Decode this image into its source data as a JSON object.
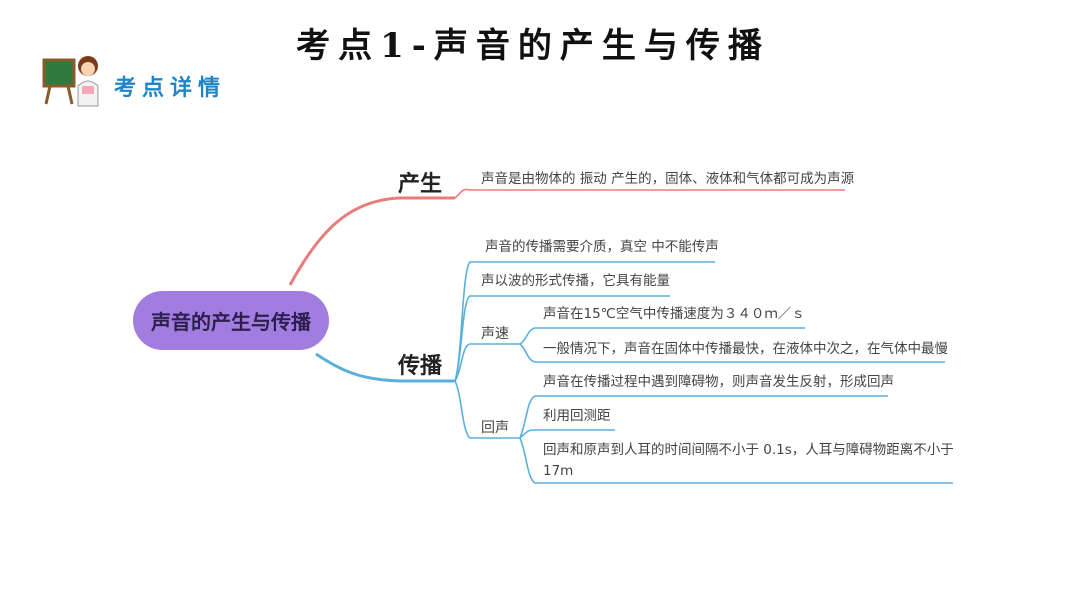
{
  "header": {
    "title": "考点1-声音的产生与传播",
    "section_tag": "考点详情"
  },
  "mindmap": {
    "root": "声音的产生与传播",
    "branches": [
      {
        "label": "产生",
        "color": "#e97b7b",
        "items": [
          "声音是由物体的 振动 产生的，固体、液体和气体都可成为声源"
        ]
      },
      {
        "label": "传播",
        "color": "#5ab0dd",
        "items": [
          "声音的传播需要介质，真空 中不能传声",
          "声以波的形式传播，它具有能量"
        ],
        "groups": [
          {
            "label": "声速",
            "items": [
              "声音在15℃空气中传播速度为３４０ｍ／ｓ",
              "一般情况下，声音在固体中传播最快，在液体中次之，在气体中最慢"
            ]
          },
          {
            "label": "回声",
            "items": [
              "声音在传播过程中遇到障碍物，则声音发生反射，形成回声",
              "利用回测距",
              "回声和原声到人耳的时间间隔不小于 0.1s，人耳与障碍物距离不小于",
              "17m"
            ]
          }
        ]
      }
    ]
  },
  "colors": {
    "root_fill": "#a27de0",
    "title_accent": "#1e86c6",
    "chalkboard": "#2f7a3d"
  }
}
